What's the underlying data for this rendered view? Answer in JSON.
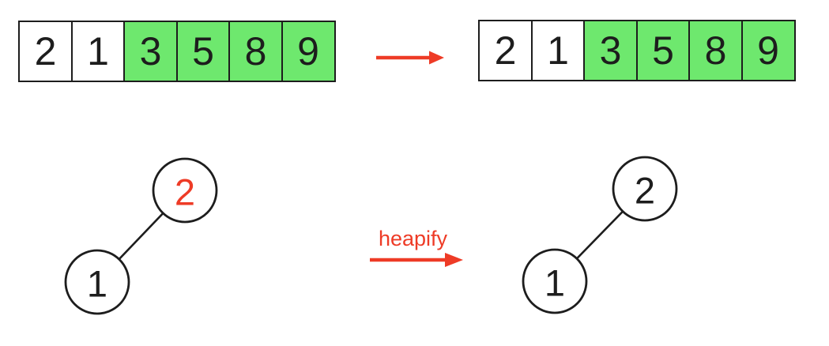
{
  "arrays": {
    "left": {
      "cells": [
        {
          "value": "2",
          "bg": "#ffffff"
        },
        {
          "value": "1",
          "bg": "#ffffff"
        },
        {
          "value": "3",
          "bg": "#6ee86e"
        },
        {
          "value": "5",
          "bg": "#6ee86e"
        },
        {
          "value": "8",
          "bg": "#6ee86e"
        },
        {
          "value": "9",
          "bg": "#6ee86e"
        }
      ]
    },
    "right": {
      "cells": [
        {
          "value": "2",
          "bg": "#ffffff"
        },
        {
          "value": "1",
          "bg": "#ffffff"
        },
        {
          "value": "3",
          "bg": "#6ee86e"
        },
        {
          "value": "5",
          "bg": "#6ee86e"
        },
        {
          "value": "8",
          "bg": "#6ee86e"
        },
        {
          "value": "9",
          "bg": "#6ee86e"
        }
      ]
    }
  },
  "trees": {
    "left": {
      "root": {
        "label": "2",
        "color": "#ee3b26"
      },
      "child": {
        "label": "1",
        "color": "#1d1d1d"
      }
    },
    "right": {
      "root": {
        "label": "2",
        "color": "#1d1d1d"
      },
      "child": {
        "label": "1",
        "color": "#1d1d1d"
      }
    }
  },
  "transition": {
    "label": "heapify",
    "color": "#ee3b26"
  },
  "colors": {
    "accent_red": "#ee3b26",
    "highlight_green": "#6ee86e",
    "ink": "#1d1d1d",
    "background": "#ffffff"
  }
}
